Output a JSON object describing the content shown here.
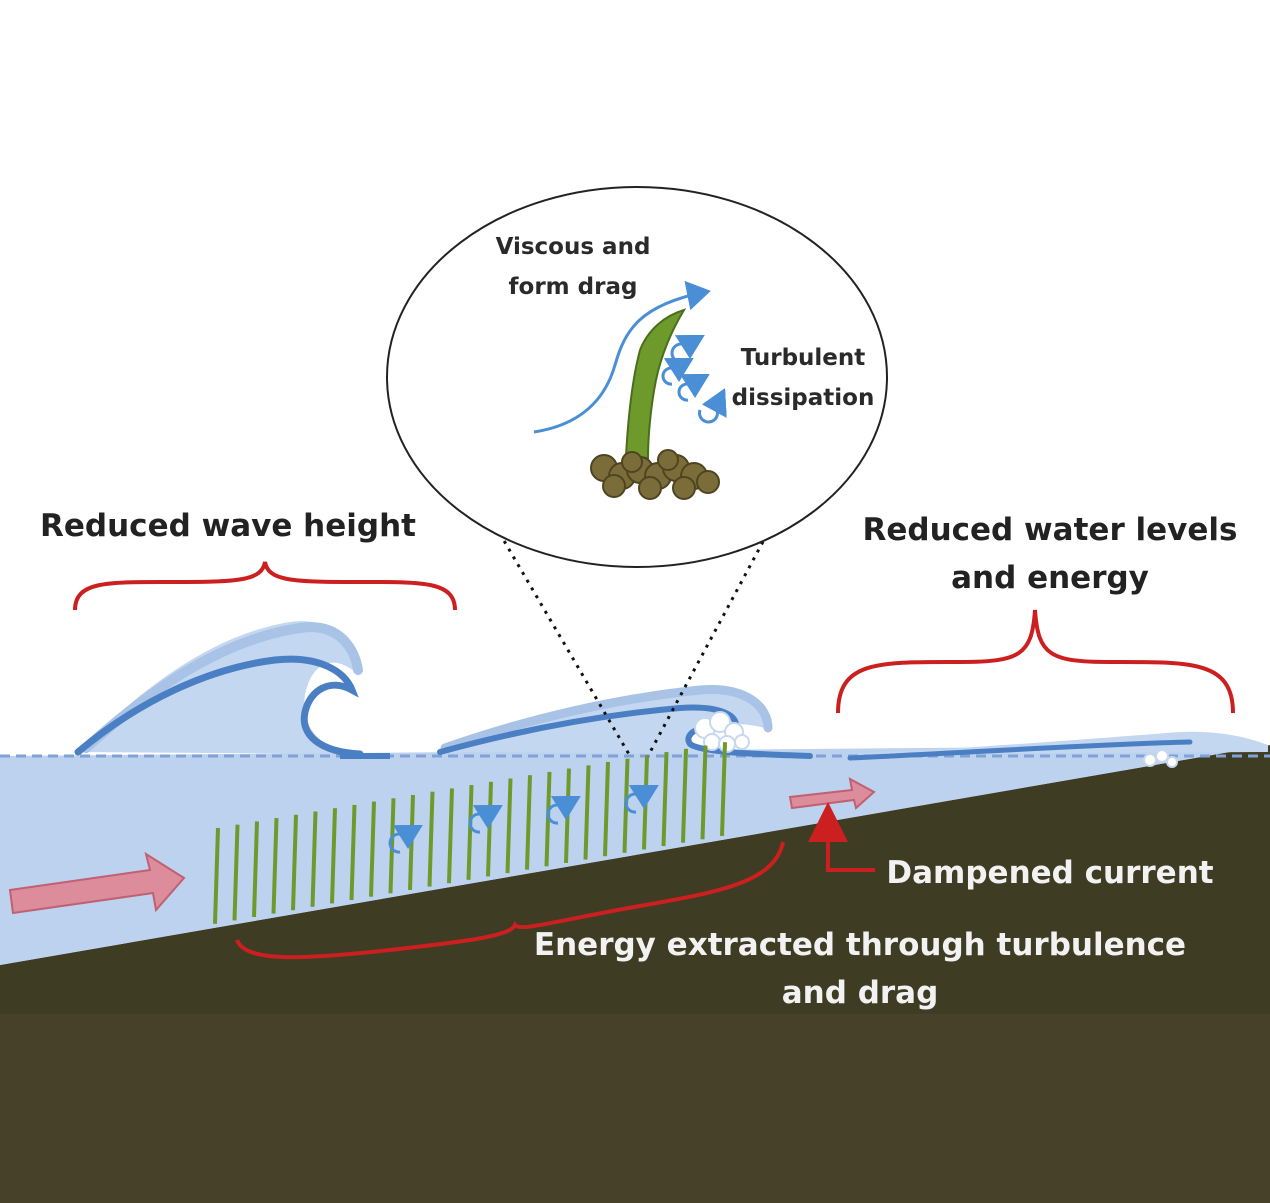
{
  "colors": {
    "water": "#bcd2ee",
    "wave_line": "#4a7fc4",
    "wave_crest": "#9ab8e2",
    "ground": "#3f3c24",
    "ground_band": "#47412a",
    "plants": "#6e9a2c",
    "brace": "#cc1f1f",
    "flow_arrow": "#dd8c9c",
    "eddy": "#4a8fd6"
  },
  "labels": {
    "reduced_wave_height": "Reduced wave height",
    "reduced_water_levels_line1": "Reduced water levels",
    "reduced_water_levels_line2": "and energy",
    "dampened_current": "Dampened current",
    "energy_extracted_line1": "Energy extracted through turbulence",
    "energy_extracted_line2": "and drag"
  },
  "zoom": {
    "drag_line1": "Viscous and",
    "drag_line2": "form drag",
    "turbulent_line1": "Turbulent",
    "turbulent_line2": "dissipation"
  }
}
